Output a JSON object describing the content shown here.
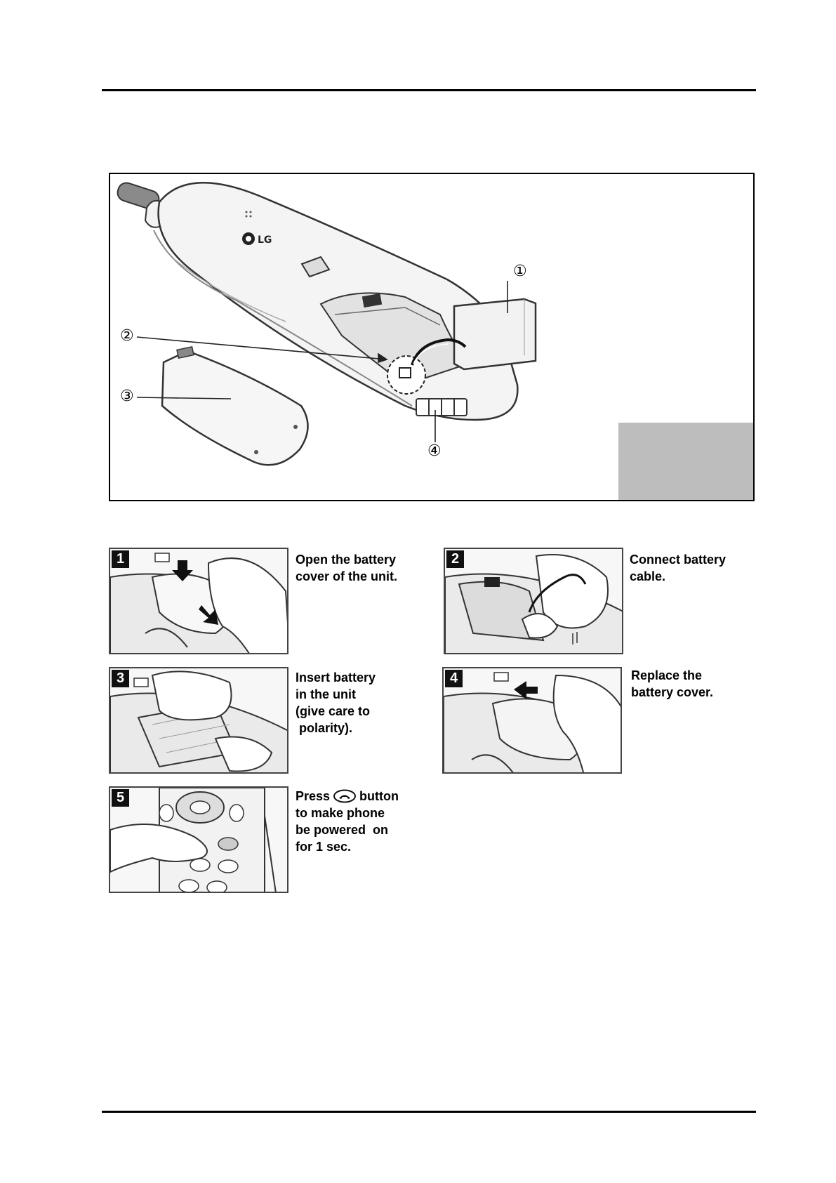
{
  "figure": {
    "callouts": [
      "①",
      "②",
      "③",
      "④"
    ],
    "brand_logo": "LG"
  },
  "steps": [
    {
      "number": "1",
      "text": "Open the battery\ncover of the unit."
    },
    {
      "number": "2",
      "text": "Connect battery\ncable."
    },
    {
      "number": "3",
      "text": "Insert battery\nin the unit\n(give care to\n polarity)."
    },
    {
      "number": "4",
      "text": "Replace the\nbattery cover."
    },
    {
      "number": "5",
      "text_before": "Press",
      "text_after": "button",
      "text_rest": "to make phone\nbe powered  on\nfor 1 sec.",
      "icon": "end-call-icon"
    }
  ]
}
